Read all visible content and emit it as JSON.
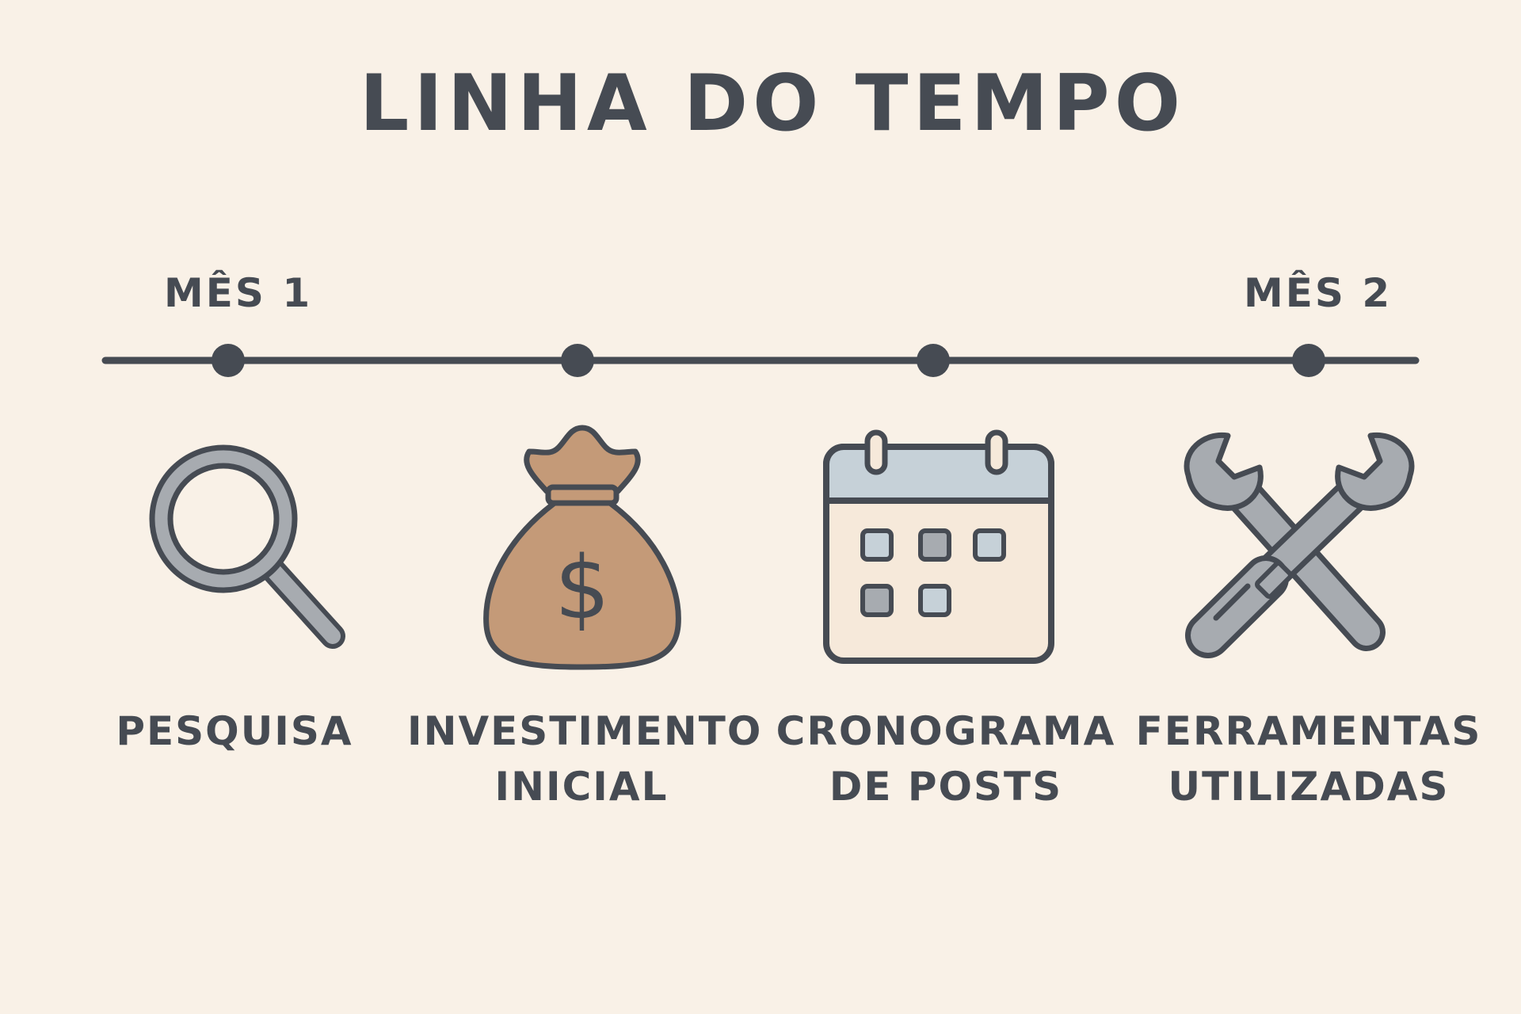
{
  "title": "LINHA DO TEMPO",
  "months": [
    "MÊS 1",
    "MÊS 2"
  ],
  "steps": [
    {
      "lines": [
        "PESQUISA"
      ],
      "icon": "magnifying-glass-icon"
    },
    {
      "lines": [
        "INVESTIMENTO",
        "INICIAL"
      ],
      "icon": "money-bag-icon"
    },
    {
      "lines": [
        "CRONOGRAMA",
        "DE POSTS"
      ],
      "icon": "calendar-icon"
    },
    {
      "lines": [
        "FERRAMENTAS",
        "UTILIZADAS"
      ],
      "icon": "wrench-screwdriver-icon"
    }
  ],
  "icon_texts": {
    "dollar": "$"
  },
  "colors": {
    "background": "#f9f1e7",
    "ink": "#464b53",
    "metal": "#a7abb0",
    "bag": "#c49a78",
    "calendar_header": "#c6d1d8",
    "calendar_body": "#f6e9da"
  }
}
